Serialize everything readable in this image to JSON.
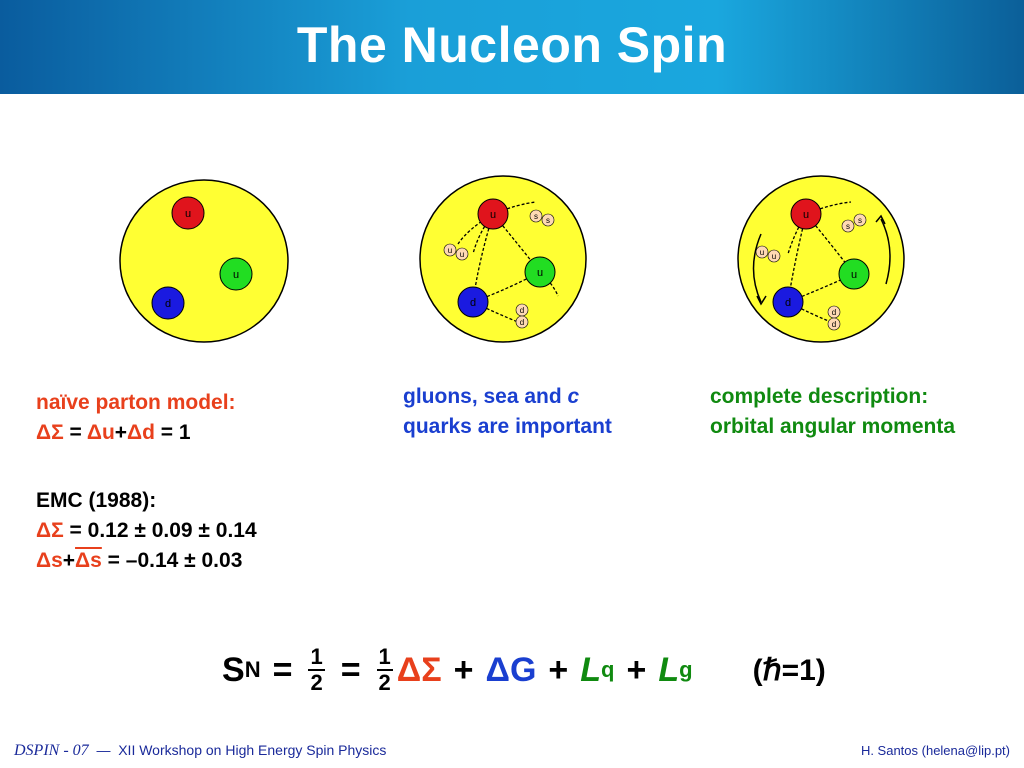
{
  "header": {
    "title": "The Nucleon Spin"
  },
  "diagrams": [
    {
      "quarks": [
        "u",
        "u",
        "d"
      ]
    },
    {
      "quarks": [
        "u",
        "u",
        "d"
      ],
      "sea": [
        "s",
        "s",
        "u",
        "u",
        "d",
        "d"
      ]
    },
    {
      "quarks": [
        "u",
        "u",
        "d"
      ],
      "sea": [
        "s",
        "s",
        "u",
        "u",
        "d",
        "d"
      ]
    }
  ],
  "col1": {
    "model_label": "naïve parton model:",
    "sum_rule": {
      "delta_sigma": "ΔΣ",
      "eq": " = ",
      "du": "Δu",
      "plus": "+",
      "dd": "Δd",
      "eq1": " = 1"
    },
    "emc_label": "EMC (1988):",
    "emc_sigma": {
      "sym": "ΔΣ",
      "value": " = 0.12 ± 0.09 ± 0.14"
    },
    "emc_s": {
      "ds": "Δs",
      "plus": "+",
      "dsbar": "Δs",
      "value": " = –0.14 ± 0.03"
    }
  },
  "col2": {
    "line1_a": "gluons, sea  and ",
    "line1_c": "c",
    "line2": "quarks are important"
  },
  "col3": {
    "line1": "complete description:",
    "line2": "orbital angular momenta"
  },
  "equation": {
    "S": "S",
    "S_sub": "N",
    "eq": "=",
    "half_num": "1",
    "half_den": "2",
    "dSigma": "ΔΣ",
    "plus": "+",
    "dG": "ΔG",
    "Lq": "L",
    "Lq_sub": "q",
    "Lg": "L",
    "Lg_sub": "g",
    "hbar_note": "(ℏ=1)"
  },
  "footer": {
    "dspin": "DSPIN - 07",
    "dash": "—",
    "workshop": "XII Workshop on High Energy Spin Physics",
    "author": "H. Santos  (helena@lip.pt)"
  },
  "colors": {
    "header": "#1aa7de",
    "red": "#e8401c",
    "blue": "#1a3fd0",
    "green": "#108a10",
    "yellow": "#ffff33"
  }
}
